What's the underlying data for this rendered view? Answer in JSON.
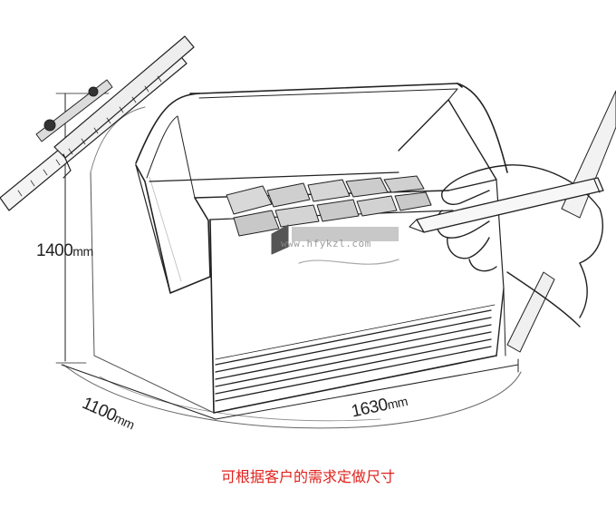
{
  "dimensions": {
    "height_value": "1400",
    "depth_value": "1100",
    "width_value": "1630",
    "unit": "mm"
  },
  "watermark": {
    "url": "www.hfykzl.com"
  },
  "caption": {
    "text": "可根据客户的需求定做尺寸",
    "color": "#e0201b"
  },
  "icons": [
    "ruler-icon",
    "pencil-icon",
    "hand-icon",
    "logo-watermark-icon"
  ]
}
